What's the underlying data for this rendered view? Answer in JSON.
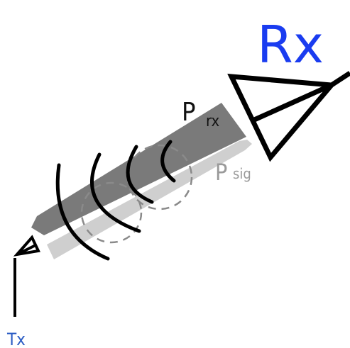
{
  "labels": {
    "rx": "Rx",
    "tx": "Tx",
    "p_rx_main": "P",
    "p_rx_sub": "rx",
    "p_sig_main": "P",
    "p_sig_sub": "sig"
  },
  "colors": {
    "rx_label": "#1a3cf0",
    "tx_label": "#2b5cc4",
    "p_rx_arrow": "#7a7a7a",
    "p_sig_arrow": "#cfcfcf",
    "p_rx_text": "#111111",
    "p_sig_text": "#9a9a9a",
    "antenna": "#000000",
    "dashed_circles": "#8a8a8a"
  },
  "icons": {
    "rx_antenna": "horn-antenna-icon",
    "tx_antenna": "horn-antenna-icon"
  }
}
